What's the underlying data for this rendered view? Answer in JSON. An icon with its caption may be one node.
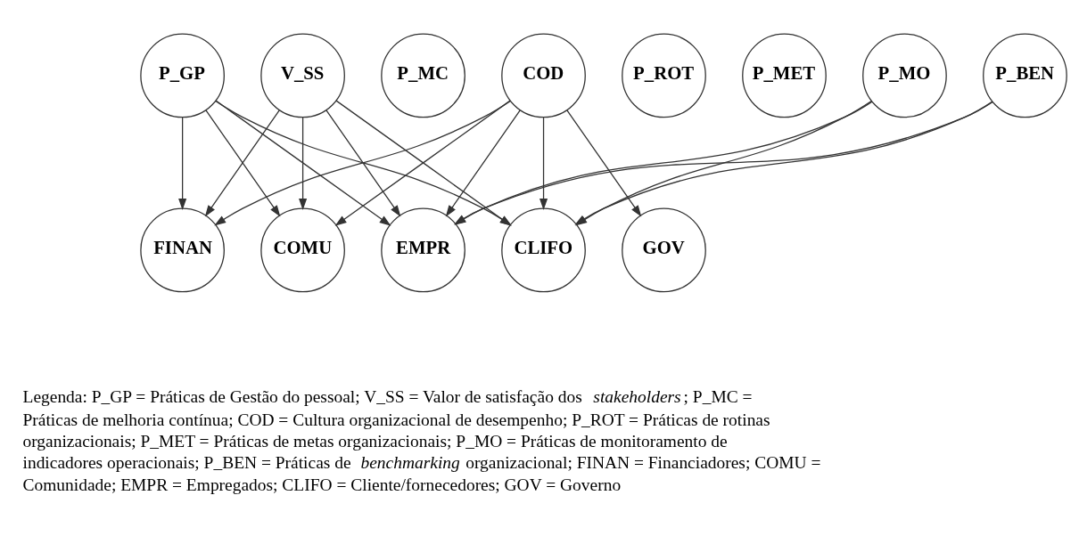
{
  "diagram": {
    "nodes": [
      {
        "text": [
          "P_GP"
        ]
      },
      {
        "text": [
          "V_SS"
        ]
      },
      {
        "text": [
          "P_MC"
        ]
      },
      {
        "text": [
          "COD"
        ]
      },
      {
        "text": [
          "P_ROT"
        ]
      },
      {
        "text": [
          "P_MET"
        ]
      },
      {
        "text": [
          "P_MO"
        ]
      },
      {
        "text": [
          "P_BEN"
        ]
      },
      {
        "text": [
          "FINAN"
        ]
      },
      {
        "text": [
          "COMU"
        ]
      },
      {
        "text": [
          "EMPR"
        ]
      },
      {
        "text": [
          "CLIFO"
        ]
      },
      {
        "text": [
          "GOV"
        ]
      }
    ],
    "edges": [
      {
        "from": 0,
        "to": 8,
        "arrow": "to"
      },
      {
        "from": 0,
        "to": 9,
        "arrow": "to"
      },
      {
        "from": 0,
        "to": 10,
        "arrow": "to"
      },
      {
        "from": 0,
        "to": 11,
        "arrow": "to"
      },
      {
        "from": 1,
        "to": 8,
        "arrow": "to"
      },
      {
        "from": 1,
        "to": 9,
        "arrow": "to"
      },
      {
        "from": 1,
        "to": 10,
        "arrow": "to"
      },
      {
        "from": 1,
        "to": 11,
        "arrow": "to"
      },
      {
        "from": 3,
        "to": 8,
        "arrow": "to"
      },
      {
        "from": 3,
        "to": 9,
        "arrow": "to"
      },
      {
        "from": 3,
        "to": 10,
        "arrow": "to"
      },
      {
        "from": 3,
        "to": 11,
        "arrow": "to"
      },
      {
        "from": 3,
        "to": 12,
        "arrow": "to"
      },
      {
        "from": 6,
        "to": 10,
        "arrow": "to"
      },
      {
        "from": 6,
        "to": 11,
        "arrow": "to"
      },
      {
        "from": 7,
        "to": 10,
        "arrow": "to"
      },
      {
        "from": 7,
        "to": 11,
        "arrow": "to"
      }
    ],
    "labels": [
      "Legenda: P_GP = Práticas de Gestão do pessoal; V_SS = Valor de satisfação dos *stakeholders*; P_MC = Práticas de melhoria contínua; COD = Cultura organizacional de desempenho; P_ROT = Práticas de rotinas organizacionais; P_MET = Práticas de metas organizacionais; P_MO = Práticas de monitoramento de indicadores operacionais; P_BEN = Práticas de *benchmarking* organizacional; FINAN = Financiadores; COMU = Comunidade; EMPR = Empregados; CLIFO = Cliente/fornecedores; GOV = Governo"
    ]
  }
}
